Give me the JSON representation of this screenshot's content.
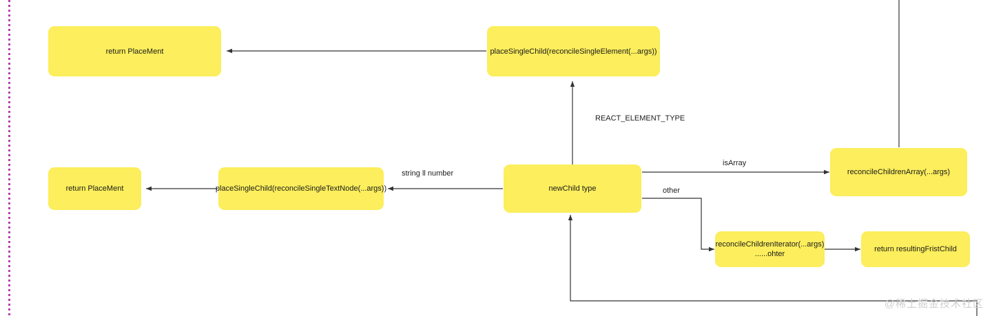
{
  "diagram": {
    "type": "flowchart",
    "background_color": "#ffffff",
    "node_fill_color": "#FCEE5C",
    "edge_color": "#333333",
    "nodes": [
      {
        "id": "return_placement_top",
        "label": "return PlaceMent"
      },
      {
        "id": "place_single_element",
        "label": "placeSingleChild(reconcileSingleElement(...args))"
      },
      {
        "id": "return_placement_mid",
        "label": "return PlaceMent"
      },
      {
        "id": "place_single_textnode",
        "label": "placeSingleChild(reconcileSingleTextNode(...args))"
      },
      {
        "id": "newchild_type",
        "label": "newChild type"
      },
      {
        "id": "reconcile_children_array",
        "label": "reconcileChildrenArray(...args)"
      },
      {
        "id": "reconcile_children_iterator",
        "label": "reconcileChildrenIterator(...args)\n......ohter"
      },
      {
        "id": "return_resulting_first_child",
        "label": "return  resultingFristChild"
      }
    ],
    "edge_labels": [
      {
        "id": "react_element_type",
        "label": "REACT_ELEMENT_TYPE"
      },
      {
        "id": "string_or_number",
        "label": "string ll number"
      },
      {
        "id": "is_array",
        "label": "isArray"
      },
      {
        "id": "other",
        "label": "other"
      }
    ]
  },
  "watermark": {
    "text": "@稀土掘金技术社区"
  }
}
